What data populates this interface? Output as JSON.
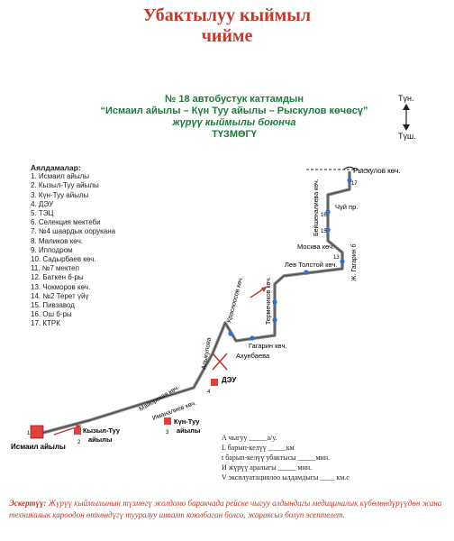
{
  "title": {
    "line1": "Убактылуу кыймыл",
    "line2": "чийме"
  },
  "header": {
    "line1": "№ 18 автобустук каттамдын",
    "line2": "“Исмаил айылы – Күн Туу айылы – Рыскулов көчөсү”",
    "line3": "жүрүү кыймылы боюнча",
    "line4": "ТҮЗМӨГҮ"
  },
  "compass": {
    "north": "Түн.",
    "south": "Түш."
  },
  "stops": {
    "heading": "Аялдамалар:",
    "items": [
      "1. Исмаил айылы",
      "2. Кызыл-Туу айылы",
      "3. Күн-Туу айылы",
      "4. ДЭУ",
      "5. ТЭЦ",
      "6. Селекция мектеби",
      "7. №4 шаардык оорукана",
      "8. Маликов көч.",
      "9. Ипподром",
      "10. Садырбаев көч.",
      "11. №7 мектеп",
      "12. Баткен б-ры",
      "13. Чокморов көч.",
      "14. №2 Терет үйү",
      "15. Пивзавод",
      "16. Ош б-ры",
      "17. КТРК"
    ]
  },
  "map_labels": {
    "ryskulov": "Рыскулов көч.",
    "beishenalieva": "Бейшеналиева көч.",
    "chui": "Чүй пр.",
    "moskva": "Москва көч.",
    "gagarin_b": "Ж. Гагарин б",
    "tolstoy": "Лев Толстой көч.",
    "termechikov": "Термечиков көч.",
    "gagarin": "Гагарин көч.",
    "krasnoosov": "Красноосов көч.",
    "akhunbaeva": "Ахунбаева",
    "alykulova": "Алыкулова",
    "deu": "ДЭУ",
    "mayoskaya": "Майорская көч.",
    "imanalieva": "Иманалиев көч.",
    "kun_tuu_1": "Күн-Туу",
    "kun_tuu_2": "айылы",
    "kyzyl_tuu_1": "Кызыл-Туу",
    "kyzyl_tuu_2": "айылы",
    "ismail": "Исмаил айылы",
    "n1": "1",
    "n2": "2",
    "n3": "3",
    "n4": "4",
    "n13": "13",
    "n15": "15",
    "n16": "16",
    "n17": "17"
  },
  "stats": {
    "l1": "А чыгуу _____а/у.",
    "l2": "L барып-келүү _____км",
    "l3": "t барып-келүү убактысы _____мин.",
    "l4": "И жүрүү аралыгы _____ мин.",
    "l5": "V эксплуатациялоо ылдамдыгы ____ км.с"
  },
  "note": {
    "label": "Эскертүү:",
    "text": "Жүрүү кыймылынын түзмөгү жолдомо баракчада рейске чыгуу алдындагы медициналык күбөлөндүрүүдөн жана техникалык кароодон өткөндүгү тууралуу штамп коюлбаган болсо, жараксыз болуп эсептелет."
  },
  "colors": {
    "title": "#c0392b",
    "header": "#1e7a3c",
    "route": "#8a8a8a",
    "stop": "#2f6fd6",
    "terminal": "#e04040"
  }
}
